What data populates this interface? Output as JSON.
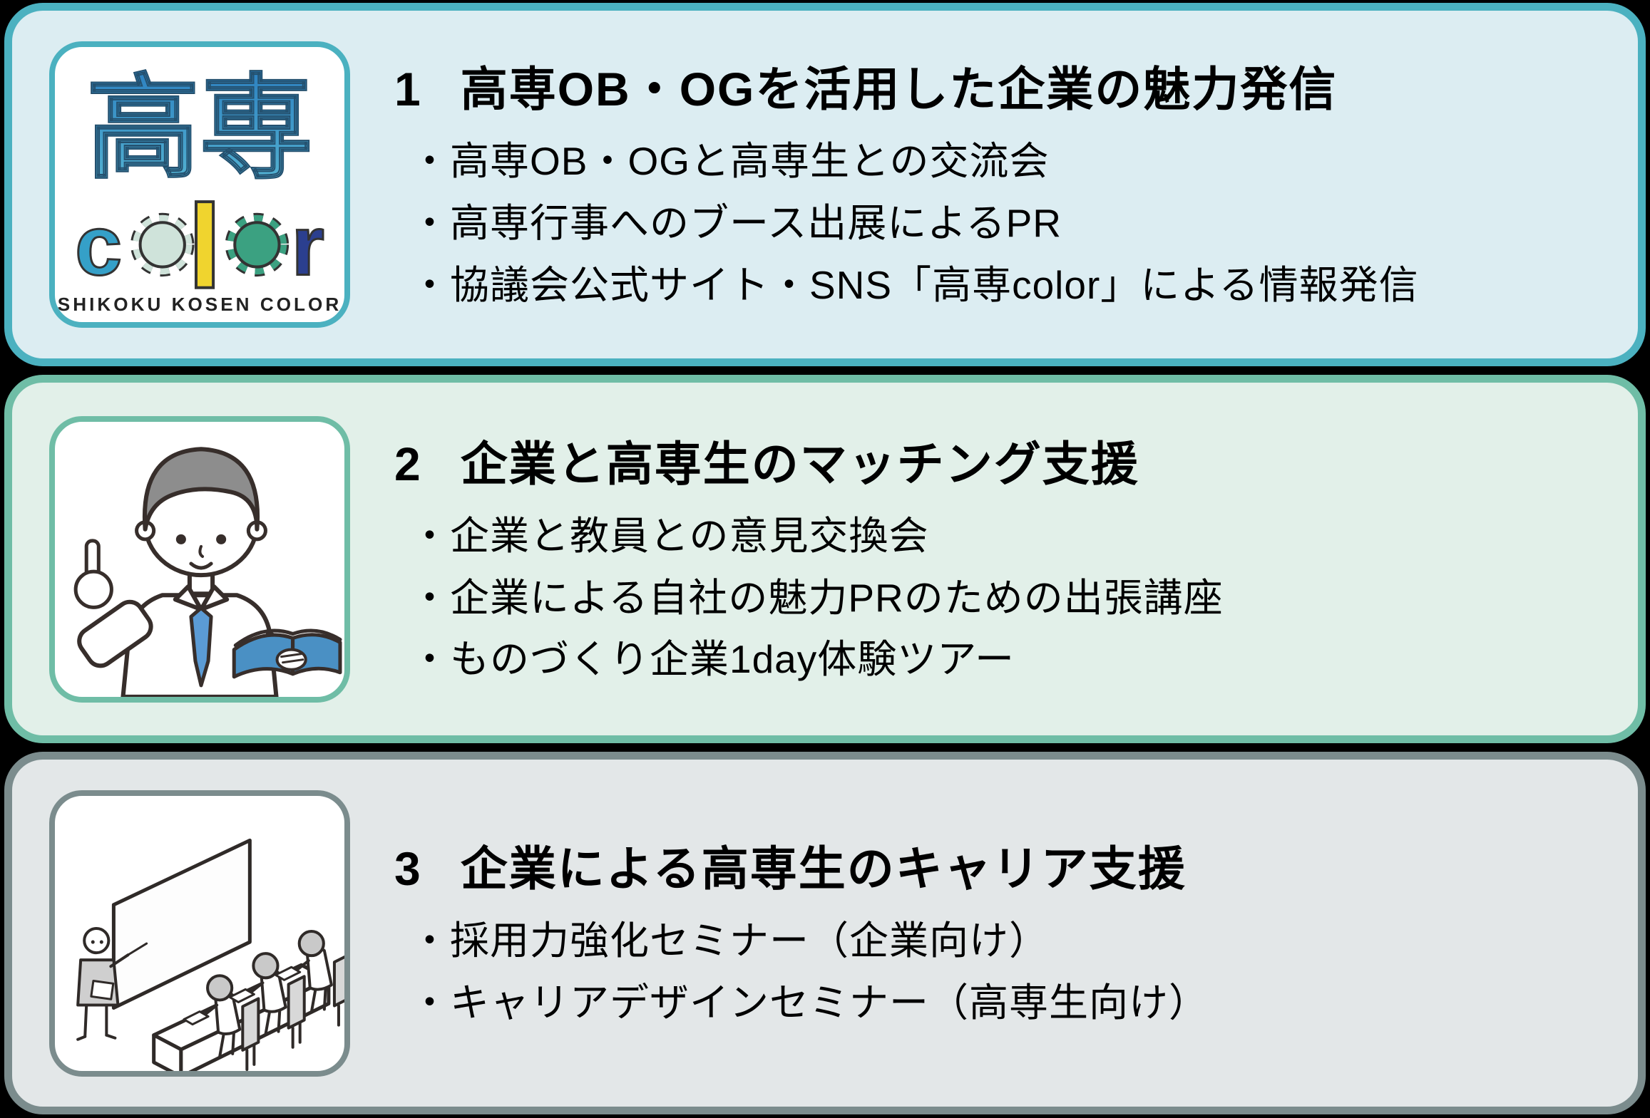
{
  "page": {
    "background": "#000000"
  },
  "sections": [
    {
      "number": "1",
      "title": "高専OB・OGを活用した企業の魅力発信",
      "bullets": [
        "・高専OB・OGと高専生との交流会",
        "・高専行事へのブース出展によるPR",
        "・協議会公式サイト・SNS「高専color」による情報発信"
      ],
      "background": "#dcedf2",
      "border_color": "#4bb1c0",
      "illustration": "shikoku-kosen-color-logo"
    },
    {
      "number": "2",
      "title": "企業と高専生のマッチング支援",
      "bullets": [
        "・企業と教員との意見交換会",
        "・企業による自社の魅力PRのための出張講座",
        "・ものづくり企業1day体験ツアー"
      ],
      "background": "#e2f0e9",
      "border_color": "#6fbda6",
      "illustration": "teacher-pointing-with-book"
    },
    {
      "number": "3",
      "title": "企業による高専生のキャリア支援",
      "bullets": [
        "・採用力強化セミナー（企業向け）",
        "・キャリアデザインセミナー（高専生向け）"
      ],
      "background": "#e3e7e8",
      "border_color": "#7b8c8d",
      "illustration": "classroom-seminar"
    }
  ],
  "logo": {
    "kanji": "高専",
    "word_letters": [
      "c",
      "o",
      "l",
      "o",
      "r"
    ],
    "caption": "SHIKOKU KOSEN COLOR",
    "colors": {
      "kanji_top": "#2b7fc0",
      "kanji_bottom": "#56b5d2",
      "letter_c": "#35a0c8",
      "gear_light": "#cfe3da",
      "bar_yellow": "#f0d42e",
      "gear_green": "#3ba181",
      "letter_r": "#2b3f8f",
      "caption_color": "#222222"
    }
  },
  "illustration_colors": {
    "line": "#372e2b",
    "hair_gray": "#8d8d8d",
    "tie_blue": "#5b9bd5",
    "book_blue": "#4a90c4",
    "student_gray": "#c9c9c9",
    "jacket_gray": "#cfcfcf",
    "chair_gray": "#d8d8d8"
  }
}
